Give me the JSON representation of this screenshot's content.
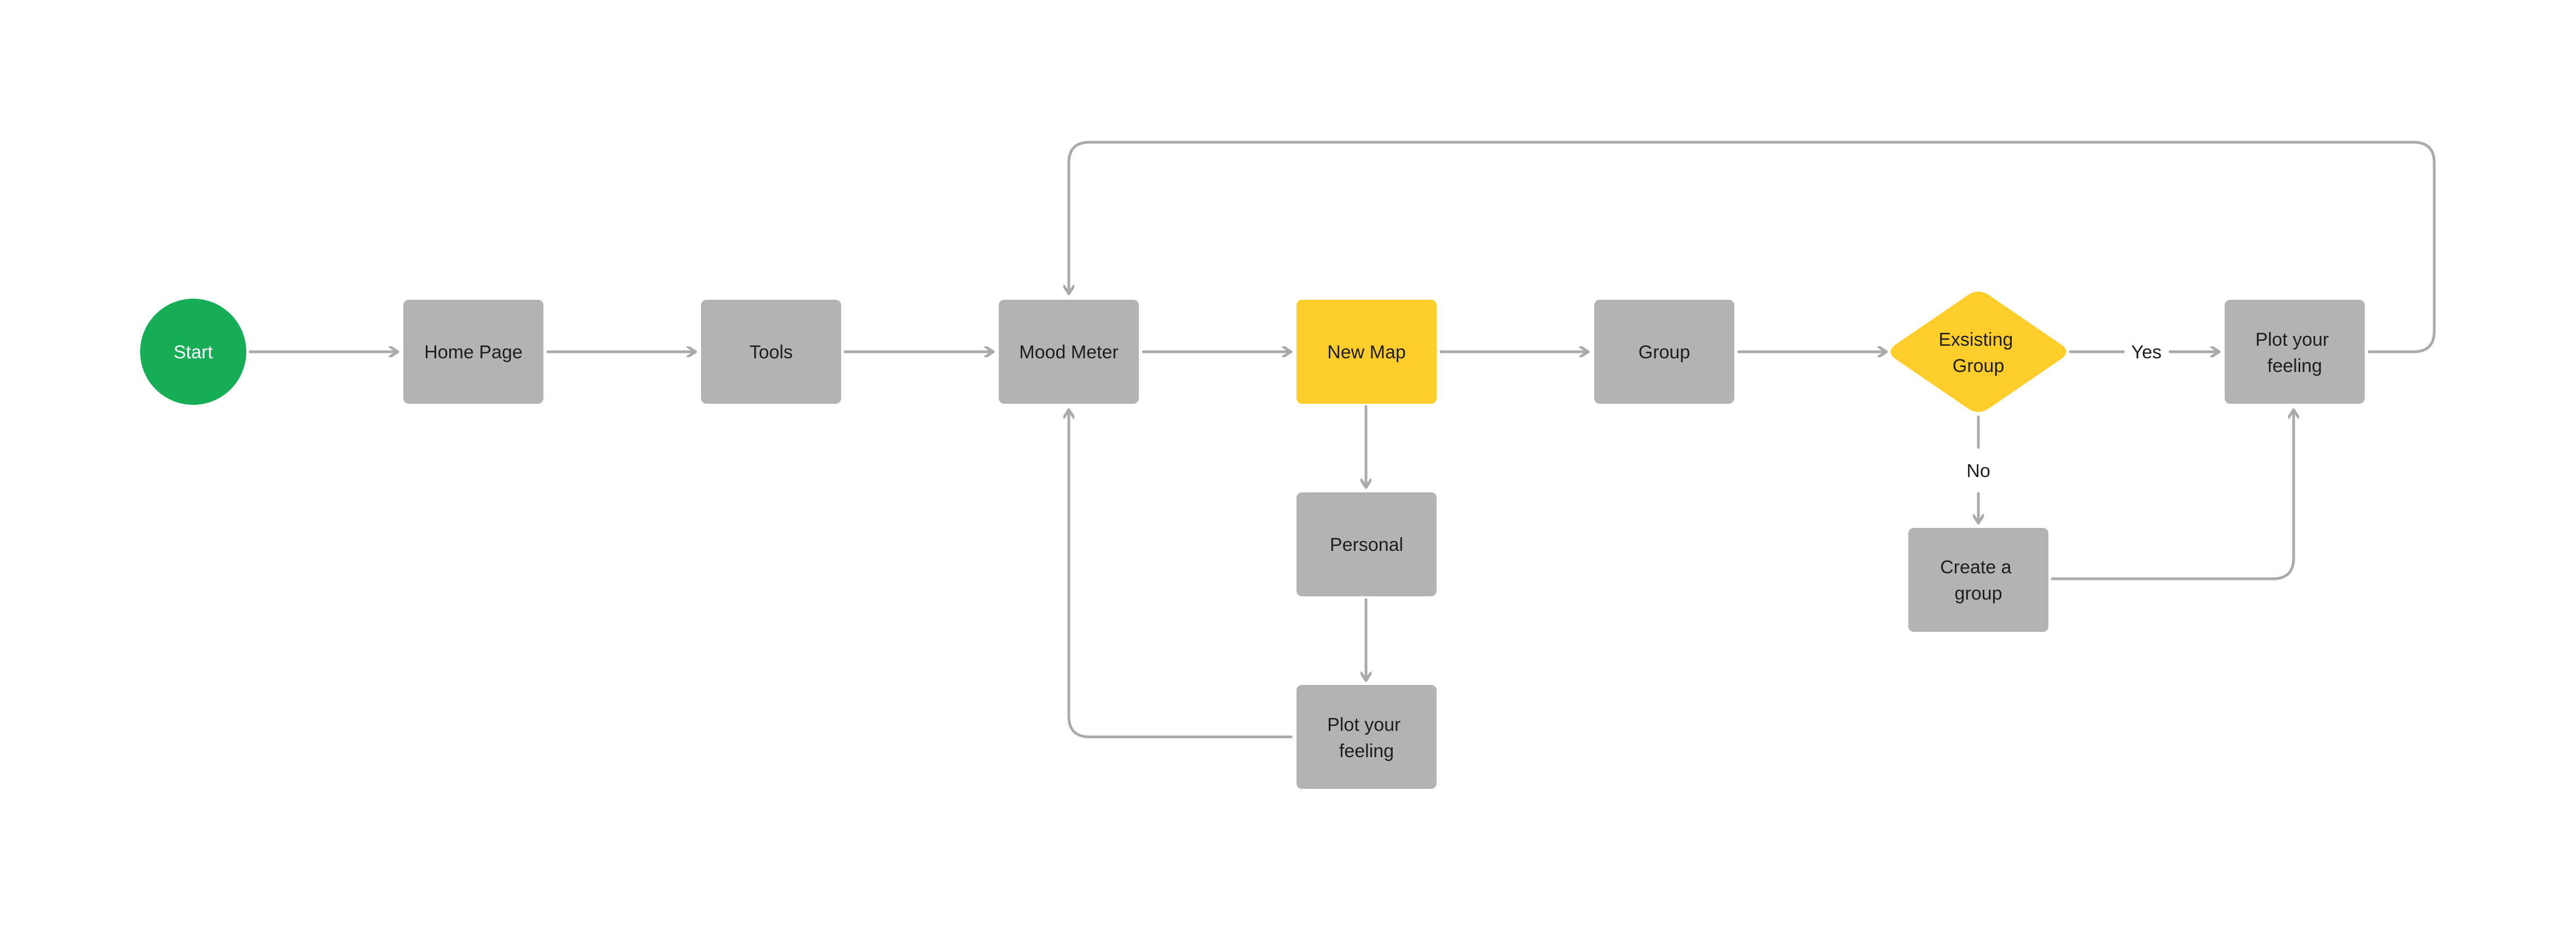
{
  "colors": {
    "start": "#15ad56",
    "process": "#b3b3b3",
    "highlight": "#ffcd29",
    "edge": "#aaaaaa",
    "text": "#1e1e1e",
    "start_text": "#ffffff"
  },
  "nodes": {
    "start": {
      "label": "Start"
    },
    "home_page": {
      "label": "Home Page"
    },
    "tools": {
      "label": "Tools"
    },
    "mood_meter": {
      "label": "Mood Meter"
    },
    "new_map": {
      "label": "New Map"
    },
    "group": {
      "label": "Group"
    },
    "existing_group": {
      "label": [
        "Exsisting",
        "Group"
      ]
    },
    "plot_feeling_group": {
      "label": [
        "Plot your",
        "feeling"
      ]
    },
    "personal": {
      "label": "Personal"
    },
    "plot_feeling_personal": {
      "label": [
        "Plot your",
        "feeling"
      ]
    },
    "create_group": {
      "label": [
        "Create a",
        "group"
      ]
    }
  },
  "edge_labels": {
    "yes": "Yes",
    "no": "No"
  }
}
